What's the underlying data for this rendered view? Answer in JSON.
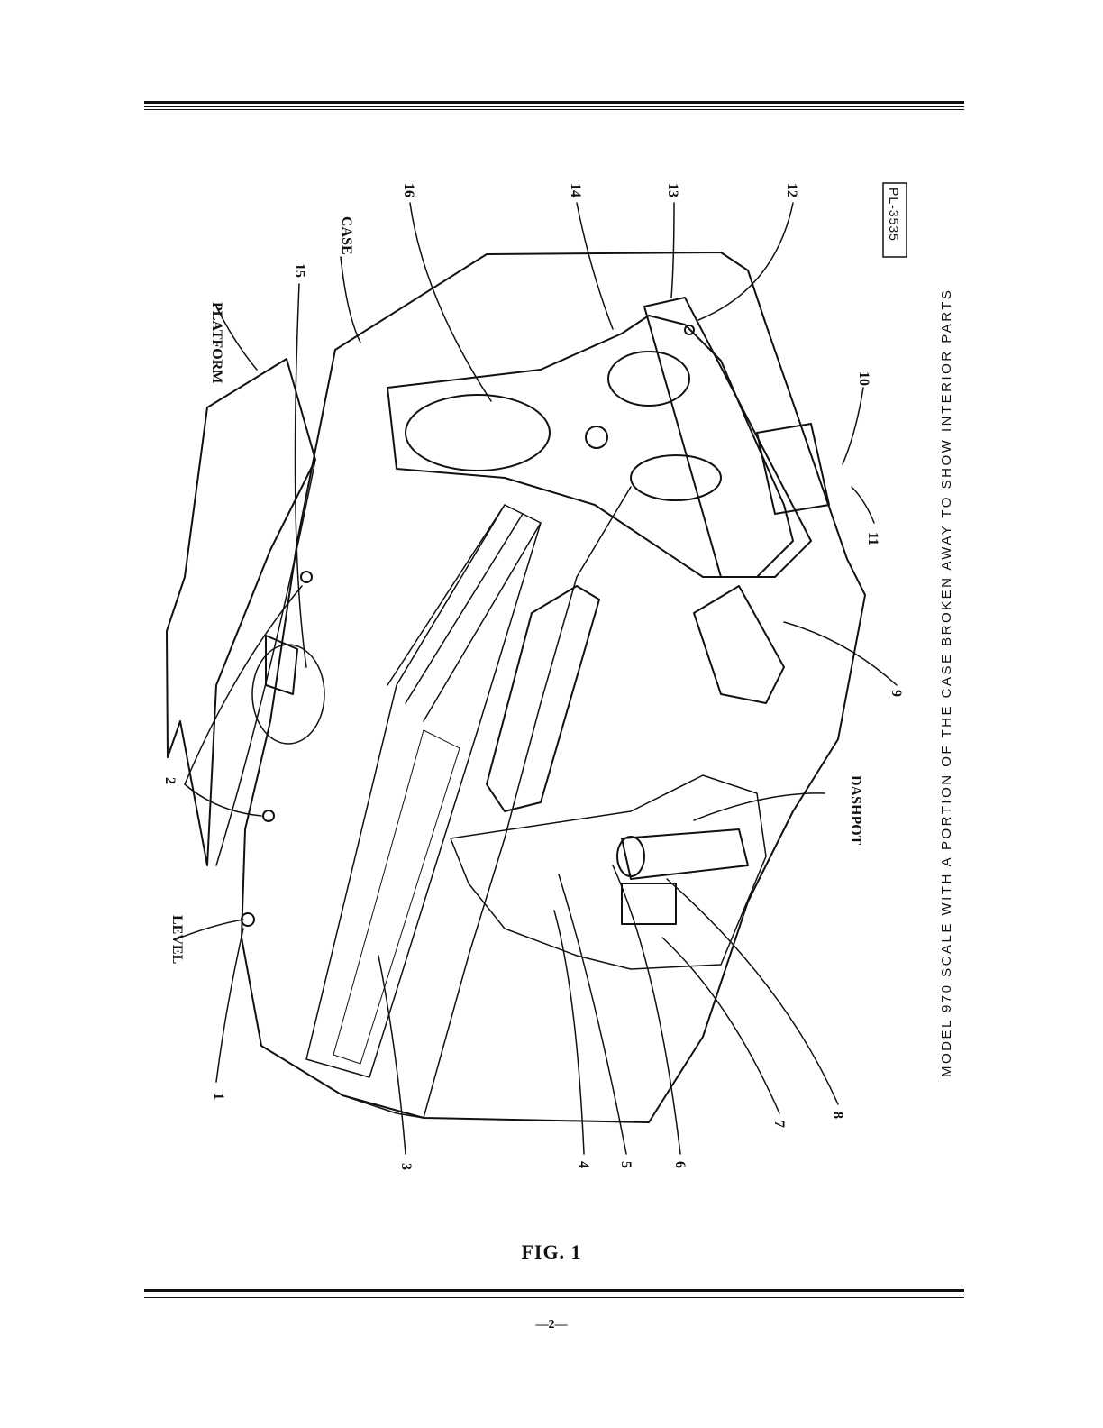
{
  "figure": {
    "caption": "MODEL 970 SCALE WITH A PORTION OF THE CASE BROKEN AWAY TO SHOW INTERIOR PARTS",
    "drawing_number": "PL-3535",
    "fig_label": "FIG. 1",
    "labels": {
      "platform": "PLATFORM",
      "case": "CASE",
      "level": "LEVEL",
      "dashpot": "DASHPOT",
      "n1": "1",
      "n2": "2",
      "n3": "3",
      "n4": "4",
      "n5": "5",
      "n6": "6",
      "n7": "7",
      "n8": "8",
      "n9": "9",
      "n10": "10",
      "n11": "11",
      "n12": "12",
      "n13": "13",
      "n14": "14",
      "n15": "15",
      "n16": "16"
    }
  },
  "page": {
    "number": "—2—"
  }
}
